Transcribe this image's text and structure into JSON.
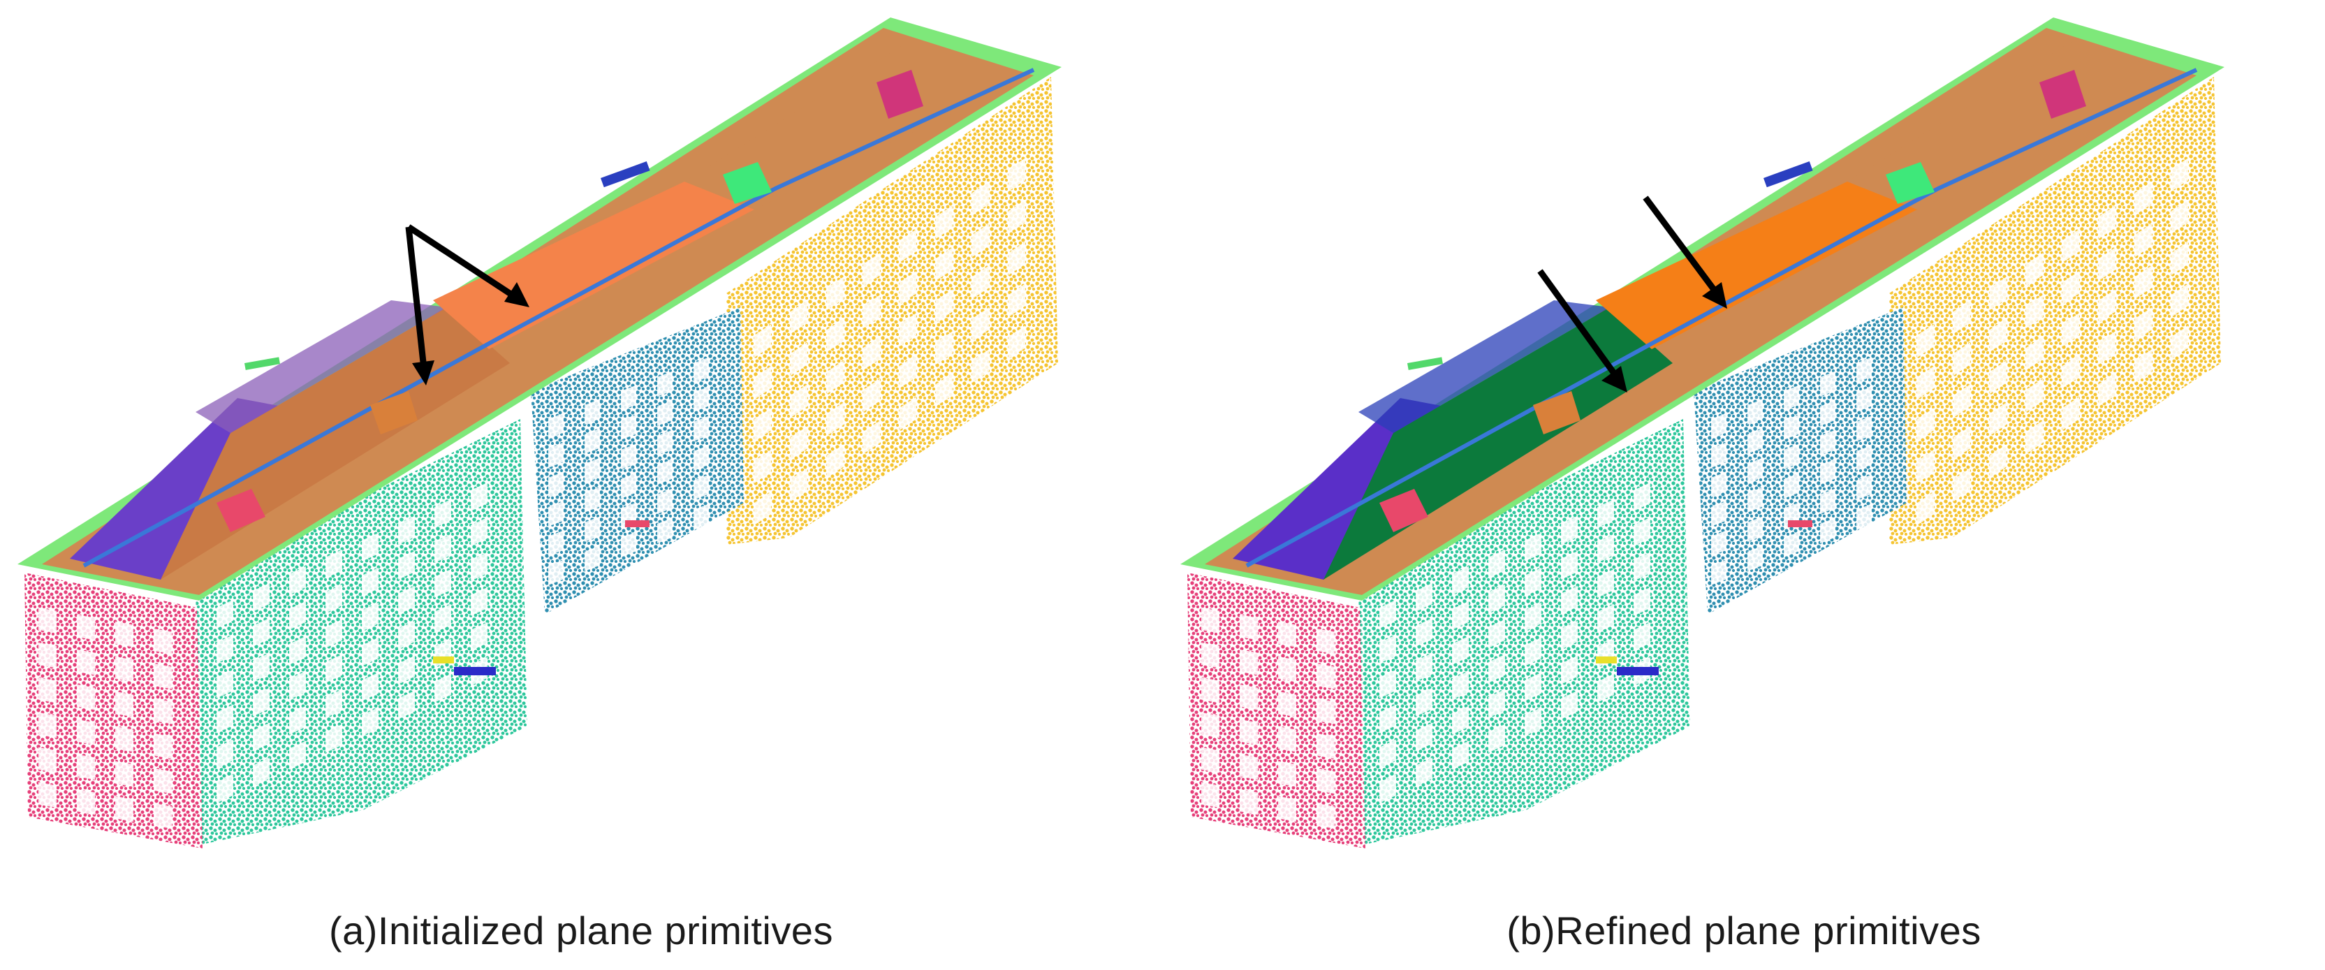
{
  "figure": {
    "panels": [
      {
        "id": "a",
        "caption": "(a)Initialized plane primitives",
        "colors": {
          "roof_main": "#f4834a",
          "roof_left": "#c97a45",
          "roof_right": "#cf8a52",
          "roof_dark": "#8b5fb8",
          "roof_purple": "#6a3fc8",
          "edge_green": "#7ee87a",
          "edge_blue": "#3a78d8",
          "wall_front_left": "#e6407a",
          "wall_front": "#2ec79c",
          "wall_mid": "#2f8fb0",
          "wall_back": "#f5c431",
          "skylight_a": "#e8486a",
          "skylight_b": "#3ee87a",
          "skylight_c": "#d0357a"
        }
      },
      {
        "id": "b",
        "caption": "(b)Refined plane primitives",
        "colors": {
          "roof_main": "#f57f17",
          "roof_left": "#0c7a3c",
          "roof_right": "#cf8a52",
          "roof_dark": "#2a3fb8",
          "roof_purple": "#5a2fc8",
          "edge_green": "#7ee87a",
          "edge_blue": "#3a78d8",
          "wall_front_left": "#e6407a",
          "wall_front": "#2ec79c",
          "wall_mid": "#2f8fb0",
          "wall_back": "#f5c431",
          "skylight_a": "#e8486a",
          "skylight_b": "#3ee87a",
          "skylight_c": "#d0357a"
        }
      }
    ]
  }
}
